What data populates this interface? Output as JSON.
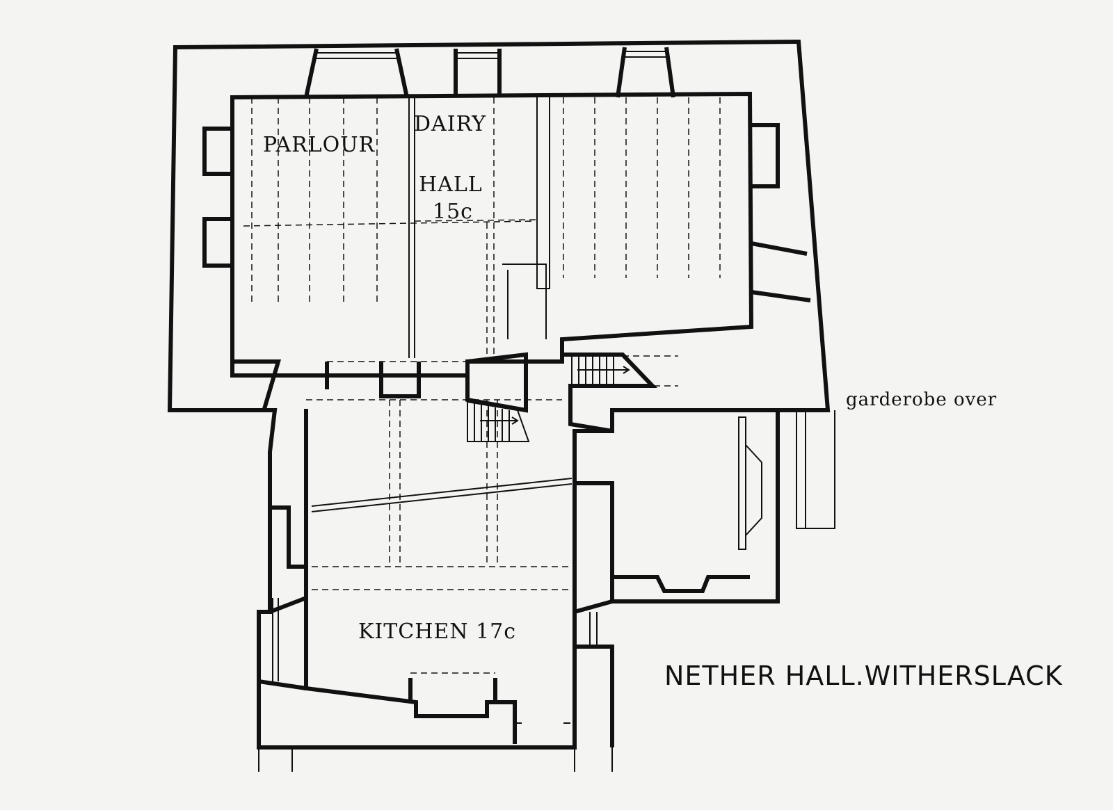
{
  "labels": {
    "parlour": "PARLOUR",
    "dairy": "DAIRY",
    "hall": "HALL",
    "hall_date": "15c",
    "kitchen": "KITCHEN 17c",
    "garderobe": "garderobe over",
    "title": "NETHER HALL.WITHERSLACK"
  }
}
